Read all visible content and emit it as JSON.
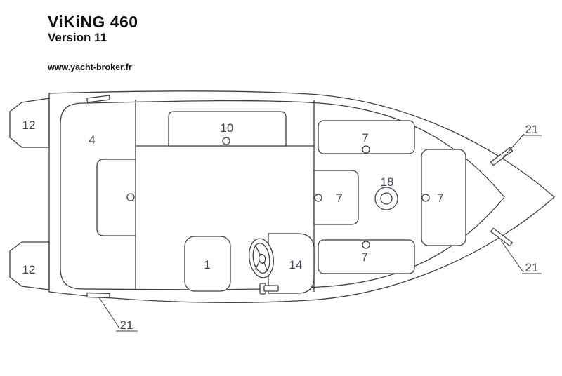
{
  "header": {
    "title": "ViKiNG 460",
    "subtitle": "Version 11",
    "website": "www.yacht-broker.fr"
  },
  "diagram": {
    "labels": {
      "platform_top": "12",
      "platform_bottom": "12",
      "bow_cabin": "4",
      "cabin_hatch": "10",
      "locker_top": "7",
      "locker_mid": "7",
      "locker_side": "7",
      "locker_bottom": "7",
      "filler_cap": "18",
      "seat": "1",
      "console": "14",
      "cleat_bow_top": "21",
      "cleat_bow_bottom": "21",
      "cleat_stern": "21"
    },
    "colors": {
      "line": "#3f3f3f",
      "label": "#3e4258",
      "text": "#111111"
    }
  }
}
